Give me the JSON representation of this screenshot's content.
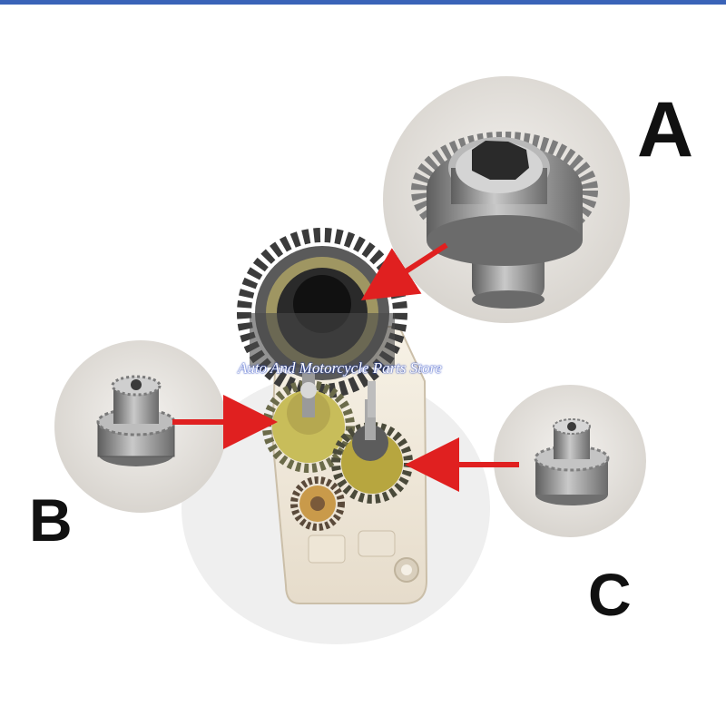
{
  "labels": {
    "a": "A",
    "b": "B",
    "c": "C"
  },
  "watermark": "Auto And Motorcycle Parts Store",
  "colors": {
    "accent_bar": "#3a63b8",
    "arrow": "#e02020",
    "gear_steel": "#8f8f8f",
    "gear_dark": "#3a3a3a",
    "housing": "#f2ece0",
    "grease": "#e6d24a",
    "inset_bg": "#e4e1dc"
  },
  "icons": {
    "arrow": "arrow-right-icon",
    "gear": "gear-icon"
  }
}
